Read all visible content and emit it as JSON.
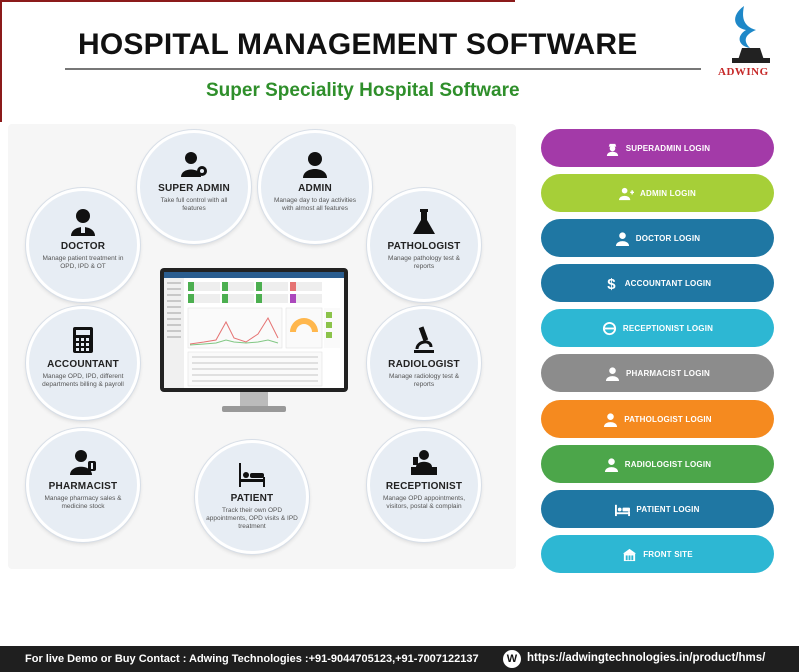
{
  "header": {
    "title": "HOSPITAL MANAGEMENT SOFTWARE",
    "subtitle": "Super Speciality Hospital Software",
    "logo_text": "ADWING"
  },
  "roles": {
    "super_admin": {
      "title": "SUPER ADMIN",
      "desc": "Take full control with all features",
      "icon": "admin-gear-icon"
    },
    "admin": {
      "title": "ADMIN",
      "desc": "Manage day to day activities with almost all features",
      "icon": "user-icon"
    },
    "doctor": {
      "title": "DOCTOR",
      "desc": "Manage patient treatment in OPD, IPD & OT",
      "icon": "doctor-icon"
    },
    "pathologist": {
      "title": "PATHOLOGIST",
      "desc": "Manage pathology test & reports",
      "icon": "flask-icon"
    },
    "accountant": {
      "title": "ACCOUNTANT",
      "desc": "Manage OPD, IPD, different departments billing & payroll",
      "icon": "calculator-icon"
    },
    "radiologist": {
      "title": "RADIOLOGIST",
      "desc": "Manage radiology test & reports",
      "icon": "microscope-icon"
    },
    "pharmacist": {
      "title": "PHARMACIST",
      "desc": "Manage pharmacy sales & medicine stock",
      "icon": "pharmacist-icon"
    },
    "patient": {
      "title": "PATIENT",
      "desc": "Track their own OPD appointments, OPD visits & IPD treatment",
      "icon": "patient-bed-icon"
    },
    "receptionist": {
      "title": "RECEPTIONIST",
      "desc": "Manage OPD appointments, visitors, postal & complain",
      "icon": "receptionist-icon"
    }
  },
  "logins": [
    {
      "label": "SUPERADMIN LOGIN",
      "color": "#a33aa8",
      "icon": "user-secret-icon"
    },
    {
      "label": "ADMIN LOGIN",
      "color": "#a6cf38",
      "icon": "user-plus-icon"
    },
    {
      "label": "DOCTOR LOGIN",
      "color": "#1f77a3",
      "icon": "user-md-icon"
    },
    {
      "label": "ACCOUNTANT LOGIN",
      "color": "#1f77a3",
      "icon": "dollar-icon"
    },
    {
      "label": "RECEPTIONIST LOGIN",
      "color": "#2db7d3",
      "icon": "headset-icon"
    },
    {
      "label": "PHARMACIST LOGIN",
      "color": "#8c8c8c",
      "icon": "user-icon"
    },
    {
      "label": "PATHOLOGIST LOGIN",
      "color": "#f58a1f",
      "icon": "user-icon"
    },
    {
      "label": "RADIOLOGIST LOGIN",
      "color": "#4ca64a",
      "icon": "user-icon"
    },
    {
      "label": "PATIENT LOGIN",
      "color": "#1f77a3",
      "icon": "bed-icon"
    },
    {
      "label": "FRONT SITE",
      "color": "#2db7d3",
      "icon": "building-icon"
    }
  ],
  "footer": {
    "contact": "For live Demo or Buy Contact : Adwing Technologies :+91-9044705123,+91-7007122137",
    "web_badge": "W",
    "url": "https://adwingtechnologies.in/product/hms/"
  }
}
